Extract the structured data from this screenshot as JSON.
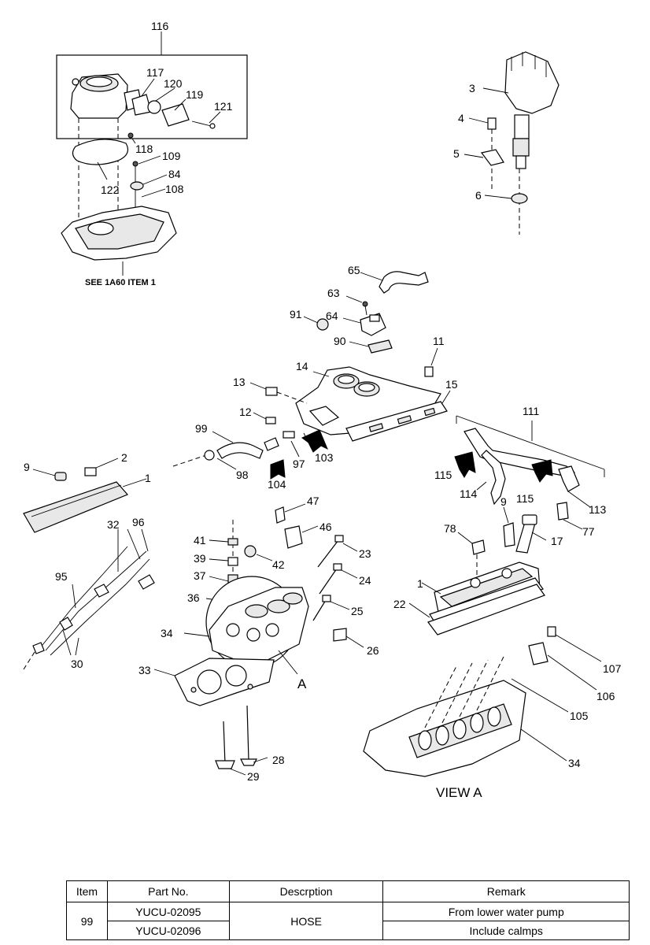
{
  "diagram": {
    "callouts": {
      "c116": "116",
      "c117": "117",
      "c120": "120",
      "c119": "119",
      "c121": "121",
      "c118": "118",
      "c109": "109",
      "c84": "84",
      "c108": "108",
      "c122": "122",
      "c3": "3",
      "c4": "4",
      "c5": "5",
      "c6": "6",
      "c65": "65",
      "c63": "63",
      "c91": "91",
      "c64": "64",
      "c90": "90",
      "c11": "11",
      "c14": "14",
      "c13": "13",
      "c15": "15",
      "c12": "12",
      "c99": "99",
      "c97": "97",
      "c103": "103",
      "c98": "98",
      "c104": "104",
      "c111": "111",
      "c115a": "115",
      "c115b": "115",
      "c114": "114",
      "c113": "113",
      "c9a": "9",
      "c2": "2",
      "c1a": "1",
      "c47": "47",
      "c32": "32",
      "c96": "96",
      "c46": "46",
      "c41": "41",
      "c42": "42",
      "c23": "23",
      "c39": "39",
      "c37": "37",
      "c24": "24",
      "c95": "95",
      "c36": "36",
      "c25": "25",
      "c34a": "34",
      "c26": "26",
      "c30": "30",
      "c33": "33",
      "cA": "A",
      "c28": "28",
      "c29": "29",
      "c9b": "9",
      "c77": "77",
      "c78": "78",
      "c17": "17",
      "c1b": "1",
      "c22": "22",
      "c107": "107",
      "c106": "106",
      "c105": "105",
      "c34b": "34"
    },
    "see_note": "SEE 1A60 ITEM 1",
    "view_label": "VIEW  A"
  },
  "parts_table": {
    "headers": {
      "item": "Item",
      "part_no": "Part No.",
      "description": "Descrption",
      "remark": "Remark"
    },
    "row": {
      "item": "99",
      "part_no_1": "YUCU-02095",
      "part_no_2": "YUCU-02096",
      "description": "HOSE",
      "remark_1": "From lower water pump",
      "remark_2": "Include calmps"
    }
  }
}
